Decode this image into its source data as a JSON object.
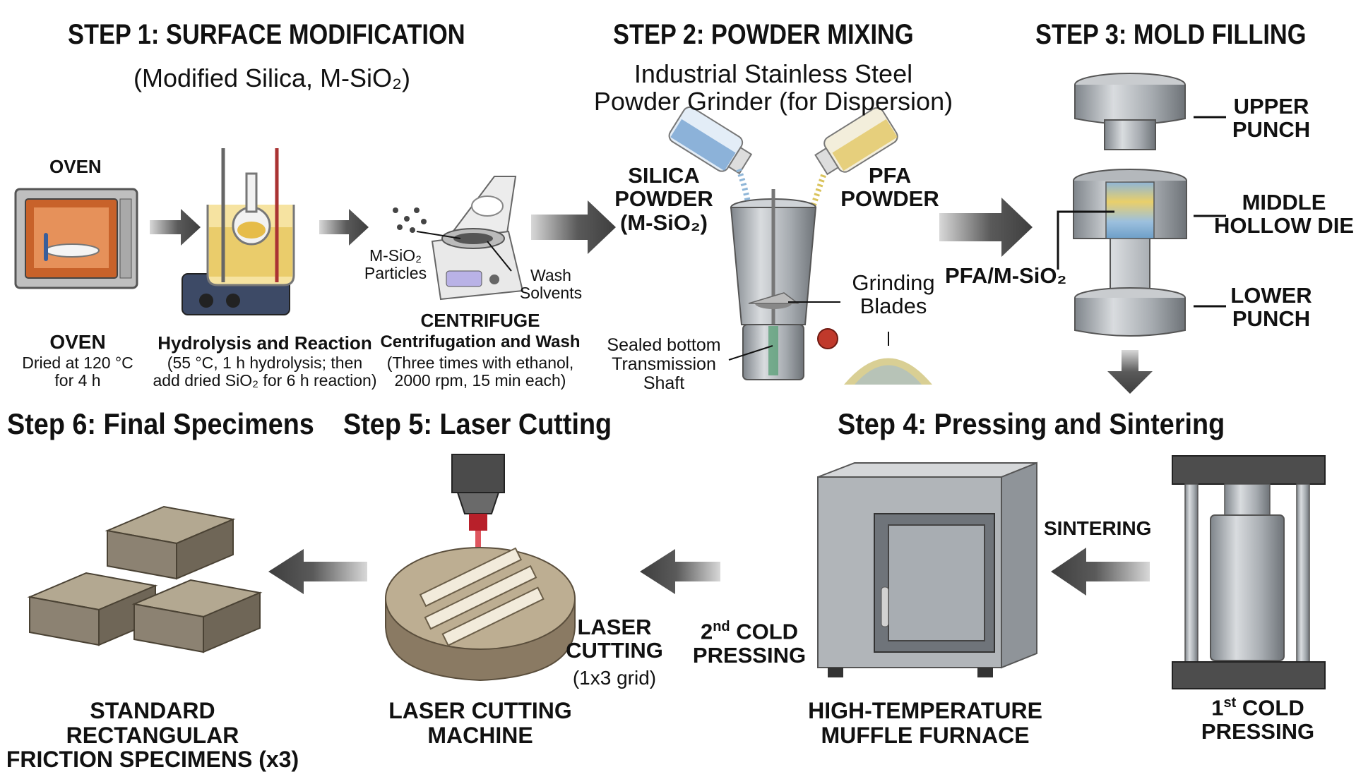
{
  "headings": {
    "step1": "STEP 1: SURFACE MODIFICATION",
    "step1_sub": "(Modified Silica, M-SiO₂)",
    "step2": "STEP 2: POWDER MIXING",
    "step2_sub": "Industrial Stainless Steel\nPowder Grinder (for Dispersion)",
    "step3": "STEP 3: MOLD FILLING",
    "step4": "Step 4: Pressing and Sintering",
    "step5": "Step 5: Laser Cutting",
    "step6": "Step 6: Final Specimens"
  },
  "step1": {
    "oven_top": "OVEN",
    "oven_caption": "OVEN",
    "oven_detail": "Dried at 120 °C\nfor 4 h",
    "reaction_caption": "Hydrolysis and Reaction",
    "reaction_detail": "(55 °C, 1 h hydrolysis; then\nadd dried SiO₂ for 6 h reaction)",
    "particles_label": "M-SiO₂\nParticles",
    "wash_label": "Wash\nSolvents",
    "centrifuge_title": "CENTRIFUGE",
    "centrifuge_caption": "Centrifugation and Wash",
    "centrifuge_detail": "(Three times with ethanol,\n2000 rpm, 15 min each)"
  },
  "step2": {
    "silica_label": "SILICA\nPOWDER\n(M-SiO₂)",
    "pfa_label": "PFA\nPOWDER",
    "blades_label": "Grinding\nBlades",
    "shaft_label": "Sealed bottom\nTransmission\nShaft"
  },
  "step3": {
    "upper_punch": "UPPER\nPUNCH",
    "middle_die": "MIDDLE\nHOLLOW DIE",
    "lower_punch": "LOWER\nPUNCH",
    "mix_label": "PFA/M-SiO₂"
  },
  "step4": {
    "sintering": "SINTERING",
    "furnace_caption": "HIGH-TEMPERATURE\nMUFFLE FURNACE",
    "cold_press_1_num": "1",
    "cold_press_1_sup": "st",
    "cold_press_1_rest": " COLD",
    "cold_press_1_line2": "PRESSING"
  },
  "step5": {
    "cold_press_2_num": "2",
    "cold_press_2_sup": "nd",
    "cold_press_2_rest": " COLD",
    "cold_press_2_line2": "PRESSING",
    "laser_label": "LASER\nCUTTING",
    "laser_grid": "(1x3 grid)",
    "machine_caption": "LASER CUTTING\nMACHINE"
  },
  "step6": {
    "specimens_caption": "STANDARD RECTANGULAR\nFRICTION SPECIMENS (x3)"
  },
  "colors": {
    "arrow": "#4a4a4a",
    "steel": "#9ea3a8",
    "laser": "#d41e2a",
    "specimen": "#8c8272",
    "liquid": "#e8d27a"
  }
}
